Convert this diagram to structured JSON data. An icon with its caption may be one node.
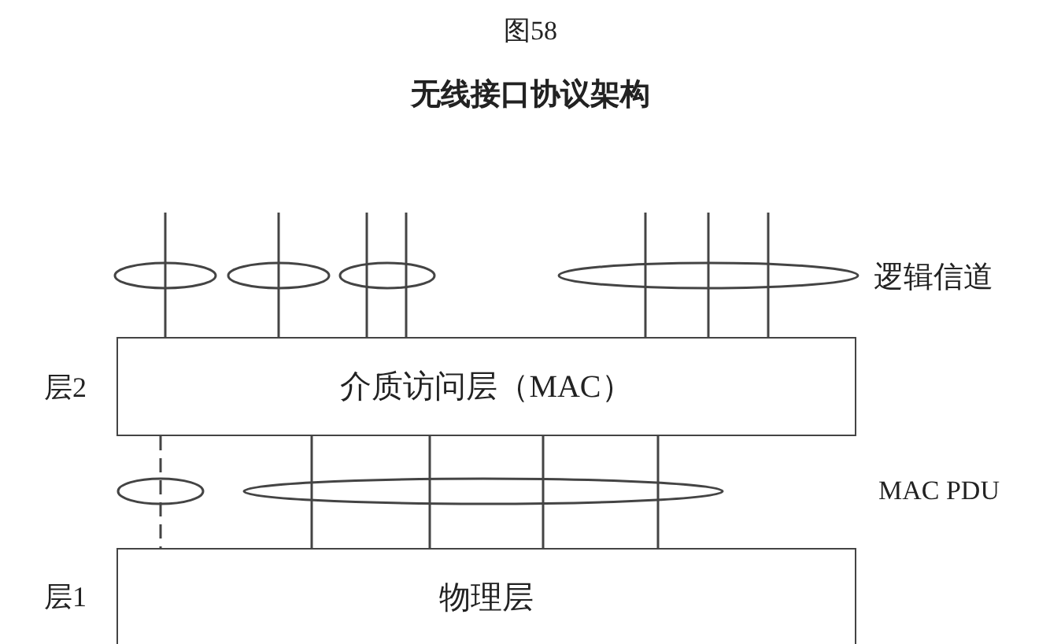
{
  "diagram": {
    "title": "无线接口协议架构",
    "nodes": [
      {
        "text": [
          "介质访问层（MAC）"
        ],
        "beside": [
          "层2"
        ]
      },
      {
        "text": [
          "物理层"
        ],
        "beside": [
          "层1"
        ]
      }
    ],
    "edges": [
      {
        "from": 0,
        "to": null,
        "arrow": "none"
      },
      {
        "from": 0,
        "to": null,
        "arrow": "none"
      },
      {
        "from": 0,
        "to": null,
        "arrow": "none"
      },
      {
        "from": 0,
        "to": null,
        "arrow": "none"
      },
      {
        "from": 0,
        "to": null,
        "arrow": "none"
      },
      {
        "from": 0,
        "to": null,
        "arrow": "none"
      },
      {
        "from": 0,
        "to": null,
        "arrow": "none"
      },
      {
        "from": 0,
        "to": 1,
        "arrow": "none",
        "style": "dashed"
      },
      {
        "from": 0,
        "to": 1,
        "arrow": "none"
      },
      {
        "from": 0,
        "to": 1,
        "arrow": "none"
      },
      {
        "from": 0,
        "to": 1,
        "arrow": "none"
      },
      {
        "from": 0,
        "to": 1,
        "arrow": "none"
      }
    ],
    "labels": [
      "图58",
      "逻辑信道",
      "MAC PDU"
    ]
  }
}
